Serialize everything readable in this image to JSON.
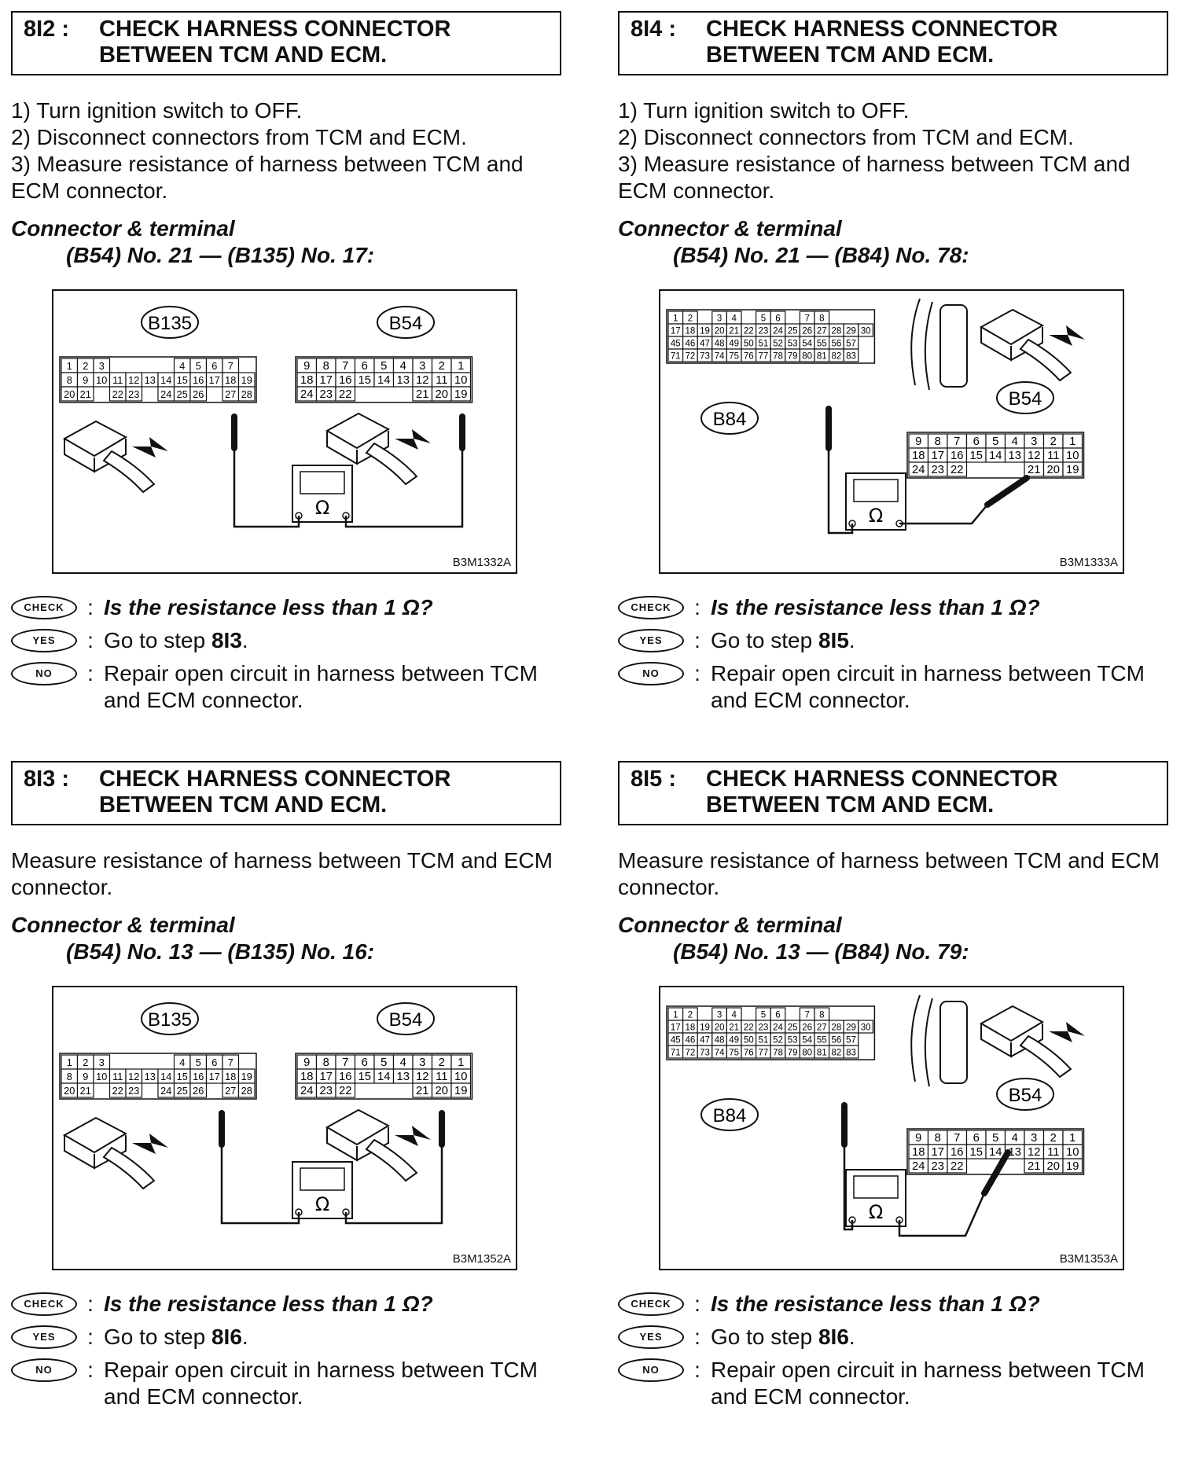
{
  "sections": [
    {
      "num": "8I2 :",
      "title_l1": "CHECK HARNESS CONNECTOR",
      "title_l2": "BETWEEN TCM AND ECM.",
      "steps": [
        "1) Turn ignition switch to OFF.",
        "2) Disconnect connectors from TCM and ECM.",
        "3) Measure resistance of harness between TCM and ECM connector."
      ],
      "ct_label": "Connector & terminal",
      "ct_terms": "(B54) No. 21 — (B135) No. 17:",
      "fig": {
        "conn_a": "B135",
        "conn_b": "B54",
        "code": "B3M1332A",
        "ohm": "Ω"
      },
      "check_badge": "CHECK",
      "yes_badge": "YES",
      "no_badge": "NO",
      "question": "Is the resistance less than 1 Ω?",
      "yes_pre": "Go to step ",
      "yes_step": "8I3",
      "yes_post": ".",
      "no_text": "Repair open circuit in harness between TCM and ECM connector."
    },
    {
      "num": "8I4 :",
      "title_l1": "CHECK HARNESS CONNECTOR",
      "title_l2": "BETWEEN TCM AND ECM.",
      "steps": [
        "1) Turn ignition switch to OFF.",
        "2) Disconnect connectors from TCM and ECM.",
        "3) Measure resistance of harness between TCM and ECM connector."
      ],
      "ct_label": "Connector & terminal",
      "ct_terms": "(B54) No. 21 — (B84) No. 78:",
      "fig": {
        "conn_a": "B84",
        "conn_b": "B54",
        "code": "B3M1333A",
        "ohm": "Ω"
      },
      "check_badge": "CHECK",
      "yes_badge": "YES",
      "no_badge": "NO",
      "question": "Is the resistance less than 1 Ω?",
      "yes_pre": "Go to step ",
      "yes_step": "8I5",
      "yes_post": ".",
      "no_text": "Repair open circuit in harness between TCM and ECM connector."
    },
    {
      "num": "8I3 :",
      "title_l1": "CHECK HARNESS CONNECTOR",
      "title_l2": "BETWEEN TCM AND ECM.",
      "para": "Measure resistance of harness between TCM and ECM connector.",
      "ct_label": "Connector & terminal",
      "ct_terms": "(B54) No. 13 — (B135) No. 16:",
      "fig": {
        "conn_a": "B135",
        "conn_b": "B54",
        "code": "B3M1352A",
        "ohm": "Ω"
      },
      "check_badge": "CHECK",
      "yes_badge": "YES",
      "no_badge": "NO",
      "question": "Is the resistance less than 1 Ω?",
      "yes_pre": "Go to step ",
      "yes_step": "8I6",
      "yes_post": ".",
      "no_text": "Repair open circuit in harness between TCM and ECM connector."
    },
    {
      "num": "8I5 :",
      "title_l1": "CHECK HARNESS CONNECTOR",
      "title_l2": "BETWEEN TCM AND ECM.",
      "para": "Measure resistance of harness between TCM and ECM connector.",
      "ct_label": "Connector & terminal",
      "ct_terms": "(B54) No. 13 — (B84) No. 79:",
      "fig": {
        "conn_a": "B84",
        "conn_b": "B54",
        "code": "B3M1353A",
        "ohm": "Ω"
      },
      "check_badge": "CHECK",
      "yes_badge": "YES",
      "no_badge": "NO",
      "question": "Is the resistance less than 1 Ω?",
      "yes_pre": "Go to step ",
      "yes_step": "8I6",
      "yes_post": ".",
      "no_text": "Repair open circuit in harness between TCM and ECM connector."
    }
  ],
  "pins": {
    "b135": [
      [
        "1",
        "2",
        "3",
        "",
        "",
        "",
        "",
        "4",
        "5",
        "6",
        "7"
      ],
      [
        "8",
        "9",
        "10",
        "11",
        "12",
        "13",
        "14",
        "15",
        "16",
        "17",
        "18",
        "19"
      ],
      [
        "20",
        "21",
        "",
        "22",
        "23",
        "",
        "24",
        "25",
        "26",
        "",
        "27",
        "28"
      ]
    ],
    "b54": [
      [
        "9",
        "8",
        "7",
        "6",
        "5",
        "4",
        "3",
        "2",
        "1"
      ],
      [
        "18",
        "17",
        "16",
        "15",
        "14",
        "13",
        "12",
        "11",
        "10"
      ],
      [
        "24",
        "23",
        "22",
        "",
        "",
        "",
        "21",
        "20",
        "19"
      ]
    ],
    "b84": [
      [
        "1",
        "2",
        "",
        "3",
        "4",
        "",
        "5",
        "6",
        "",
        "7",
        "8"
      ],
      [
        "17",
        "18",
        "19",
        "20",
        "21",
        "22",
        "23",
        "24",
        "25",
        "26",
        "27",
        "28",
        "29",
        "30"
      ],
      [
        "45",
        "46",
        "47",
        "48",
        "49",
        "50",
        "51",
        "52",
        "53",
        "54",
        "55",
        "56",
        "57"
      ],
      [
        "71",
        "72",
        "73",
        "74",
        "75",
        "76",
        "77",
        "78",
        "79",
        "80",
        "81",
        "82",
        "83"
      ]
    ]
  }
}
